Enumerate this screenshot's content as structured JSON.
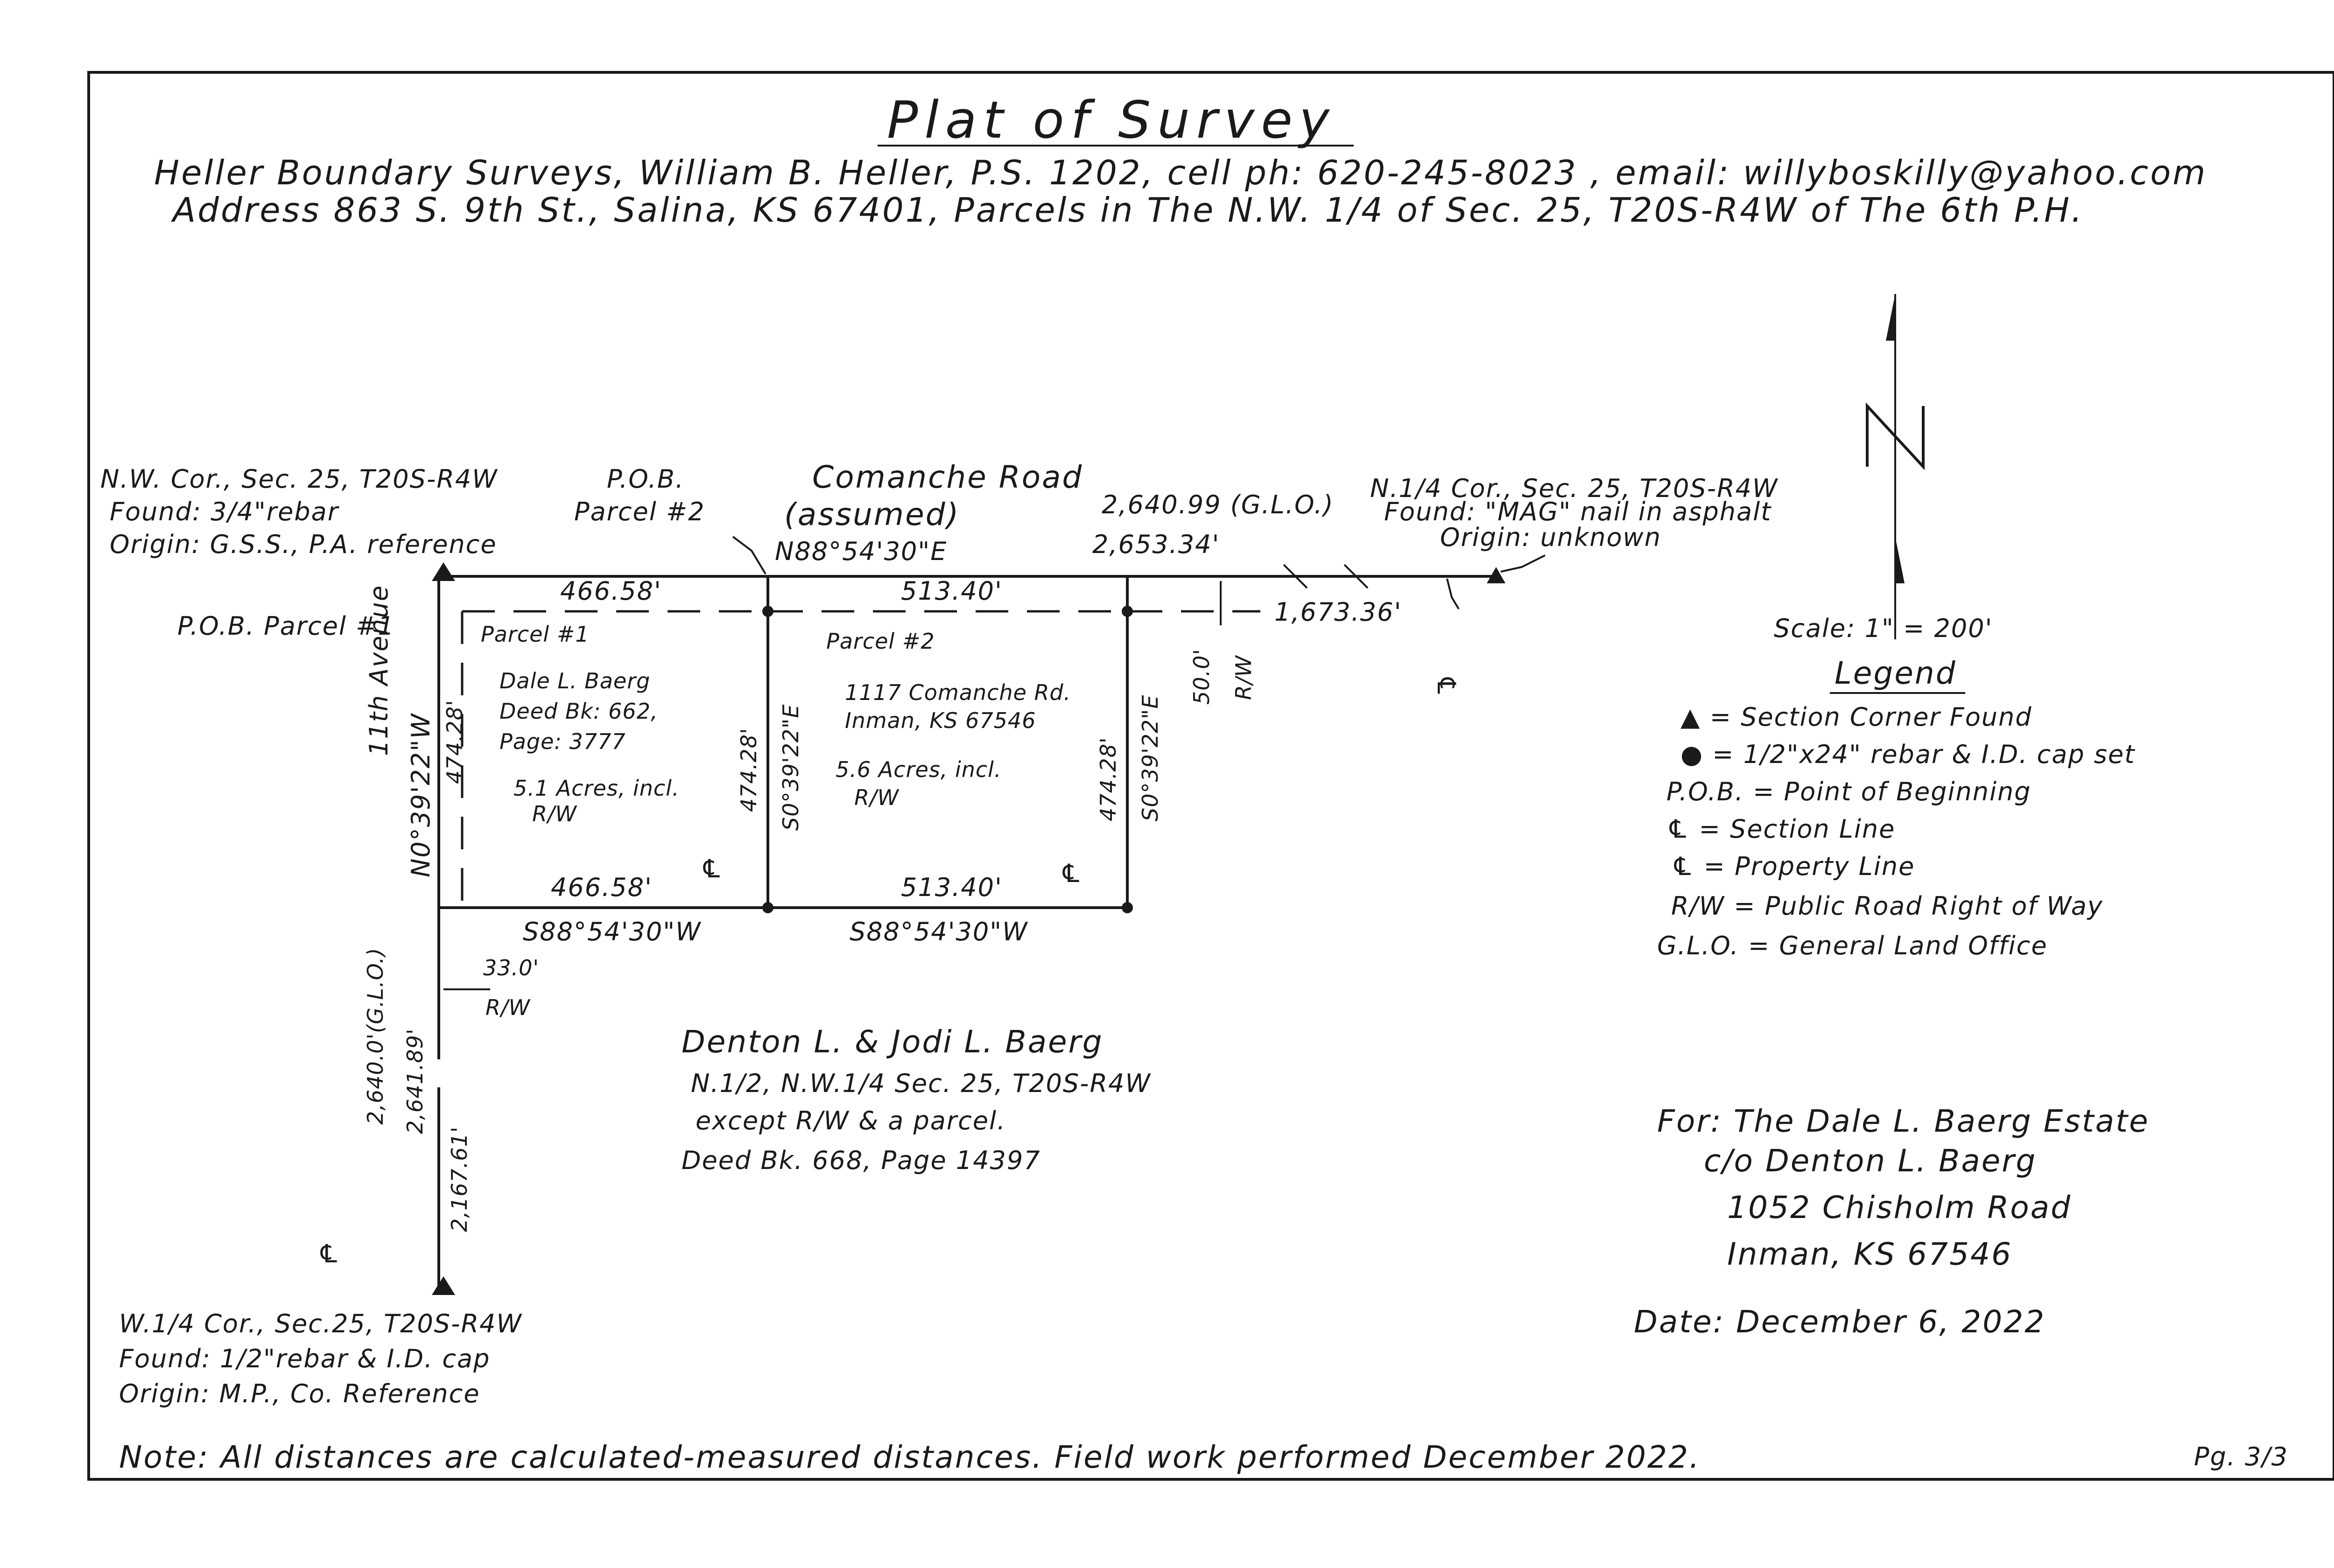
{
  "header": {
    "title": "Plat of Survey",
    "line1": "Heller Boundary Surveys, William B. Heller, P.S. 1202, cell ph: 620-245-8023 , email: willyboskilly@yahoo.com",
    "line2": "Address 863 S. 9th St., Salina, KS 67401, Parcels in The N.W. 1/4 of Sec. 25, T20S-R4W of The 6th P.H."
  },
  "corners": {
    "nw": [
      "N.W. Cor., Sec. 25, T20S-R4W",
      "Found: 3/4\"rebar",
      "Origin: G.S.S., P.A. reference"
    ],
    "n_quarter": [
      "N.1/4 Cor., Sec. 25, T20S-R4W",
      "Found: \"MAG\" nail in asphalt",
      "Origin: unknown"
    ],
    "w_quarter": [
      "W.1/4 Cor., Sec.25, T20S-R4W",
      "Found: 1/2\"rebar & I.D. cap",
      "Origin: M.P., Co. Reference"
    ]
  },
  "pob": {
    "parcel2": [
      "P.O.B.",
      "Parcel #2"
    ],
    "parcel1": "P.O.B. Parcel #1"
  },
  "road": {
    "name": "Comanche Road",
    "assumed": "(assumed)",
    "bearing": "N88°54'30\"E",
    "glo": "2,640.99 (G.L.O.)",
    "measured": "2,653.34'",
    "remaining": "1,673.36'",
    "row_width": "50.0'",
    "row_label": "R/W"
  },
  "parcel1": {
    "label": "Parcel #1",
    "owner": "Dale L. Baerg",
    "deed": "Deed Bk: 662,",
    "page": "Page: 3777",
    "acres": "5.1 Acres, incl.",
    "acres2": "R/W",
    "north": "466.58'",
    "south": "466.58'",
    "west": "474.28'",
    "east": "474.28'"
  },
  "parcel2": {
    "label": "Parcel #2",
    "address1": "1117 Comanche Rd.",
    "address2": "Inman, KS 67546",
    "acres": "5.6 Acres, incl.",
    "acres2": "R/W",
    "north": "513.40'",
    "south": "513.40'",
    "east": "474.28'",
    "bearing_east": "S0°39'22\"E"
  },
  "bearings": {
    "shared": "S0°39'22\"E",
    "south1": "S88°54'30\"W",
    "south2": "S88°54'30\"W",
    "west": "N0°39'22\"W"
  },
  "avenue": {
    "name": "11th Avenue",
    "glo": "2,640.0'(G.L.O.)",
    "measured": "2,641.89'",
    "lower": "2,167.61'",
    "row_width": "33.0'",
    "row_label": "R/W"
  },
  "symbols": {
    "cl": "℄",
    "pl": "℄"
  },
  "owner": {
    "name": "Denton L. & Jodi L. Baerg",
    "desc1": "N.1/2, N.W.1/4 Sec. 25, T20S-R4W",
    "desc2": "except R/W & a parcel.",
    "deed": "Deed Bk. 668, Page 14397"
  },
  "scale": "Scale: 1\" = 200'",
  "legend": {
    "title": "Legend",
    "items": [
      "▲ = Section Corner Found",
      "● = 1/2\"x24\" rebar & I.D. cap set",
      "P.O.B. = Point of Beginning",
      "℄ = Section Line",
      "℄ = Property Line",
      "R/W = Public Road Right of Way",
      "G.L.O. = General Land Office"
    ]
  },
  "client": {
    "line1": "For: The Dale L. Baerg Estate",
    "line2": "c/o Denton L. Baerg",
    "line3": "1052 Chisholm Road",
    "line4": "Inman, KS 67546"
  },
  "date": "Date: December 6, 2022",
  "note": "Note: All distances are calculated-measured distances. Field work performed December 2022.",
  "page_no": "Pg. 3/3"
}
